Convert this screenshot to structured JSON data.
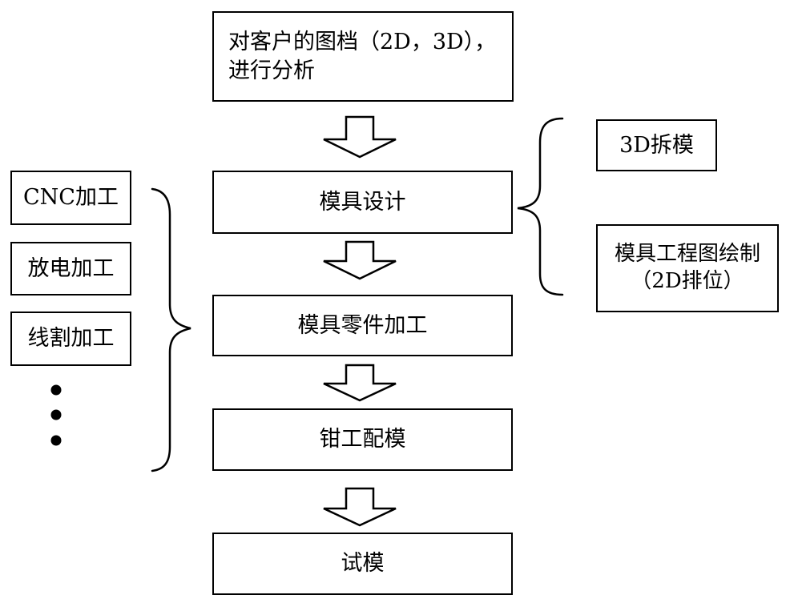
{
  "main_flow": {
    "analyze": "对客户的图档（2D，3D），\n进行分析",
    "design": "模具设计",
    "machining": "模具零件加工",
    "fitting": "钳工配模",
    "trial": "试模"
  },
  "design_outputs": {
    "split_3d": "3D拆模",
    "drawing": "模具工程图绘制\n（2D排位）"
  },
  "machining_methods": {
    "cnc": "CNC加工",
    "edm": "放电加工",
    "wire": "线割加工"
  }
}
